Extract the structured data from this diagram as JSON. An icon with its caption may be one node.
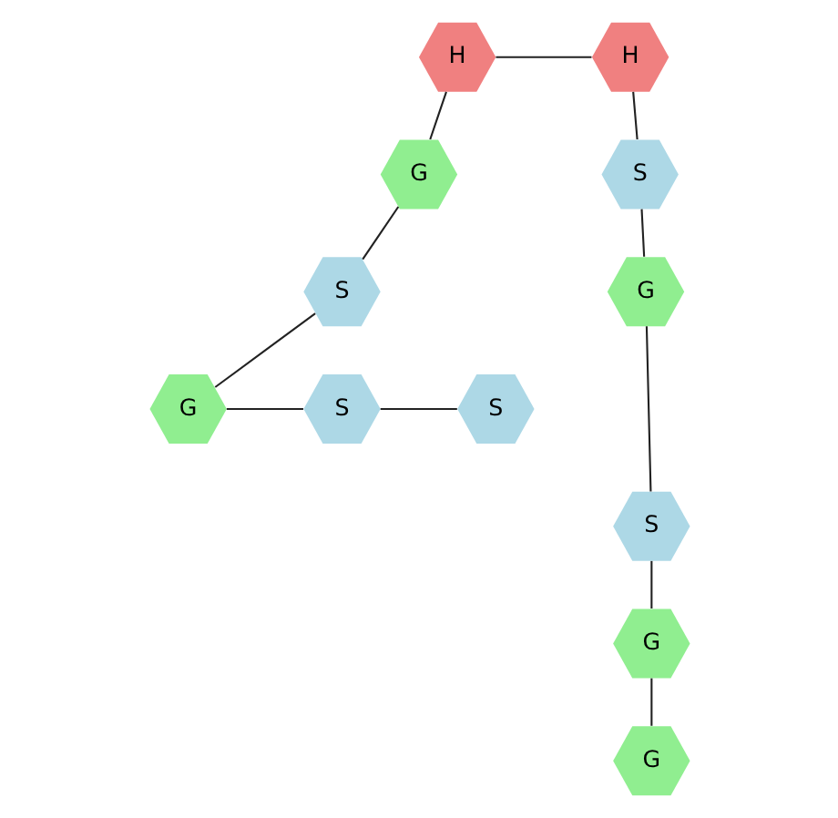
{
  "diagram": {
    "nodes": [
      {
        "text": [
          "H"
        ]
      },
      {
        "text": [
          "H"
        ]
      },
      {
        "text": [
          "S"
        ]
      },
      {
        "text": [
          "G"
        ]
      },
      {
        "text": [
          "G"
        ]
      },
      {
        "text": [
          "S"
        ]
      },
      {
        "text": [
          "S"
        ]
      },
      {
        "text": [
          "S"
        ]
      },
      {
        "text": [
          "G"
        ]
      },
      {
        "text": [
          "S"
        ]
      },
      {
        "text": [
          "G"
        ]
      },
      {
        "text": [
          "G"
        ]
      }
    ],
    "edges": [
      {
        "from": 1,
        "to": 0,
        "arrow": "none"
      },
      {
        "from": 1,
        "to": 3,
        "arrow": "none"
      },
      {
        "from": 0,
        "to": 2,
        "arrow": "none"
      },
      {
        "from": 2,
        "to": 4,
        "arrow": "none"
      },
      {
        "from": 3,
        "to": 5,
        "arrow": "none"
      },
      {
        "from": 5,
        "to": 8,
        "arrow": "none"
      },
      {
        "from": 8,
        "to": 7,
        "arrow": "none"
      },
      {
        "from": 7,
        "to": 6,
        "arrow": "none"
      },
      {
        "from": 4,
        "to": 9,
        "arrow": "none"
      },
      {
        "from": 9,
        "to": 10,
        "arrow": "none"
      },
      {
        "from": 10,
        "to": 11,
        "arrow": "none"
      }
    ]
  }
}
